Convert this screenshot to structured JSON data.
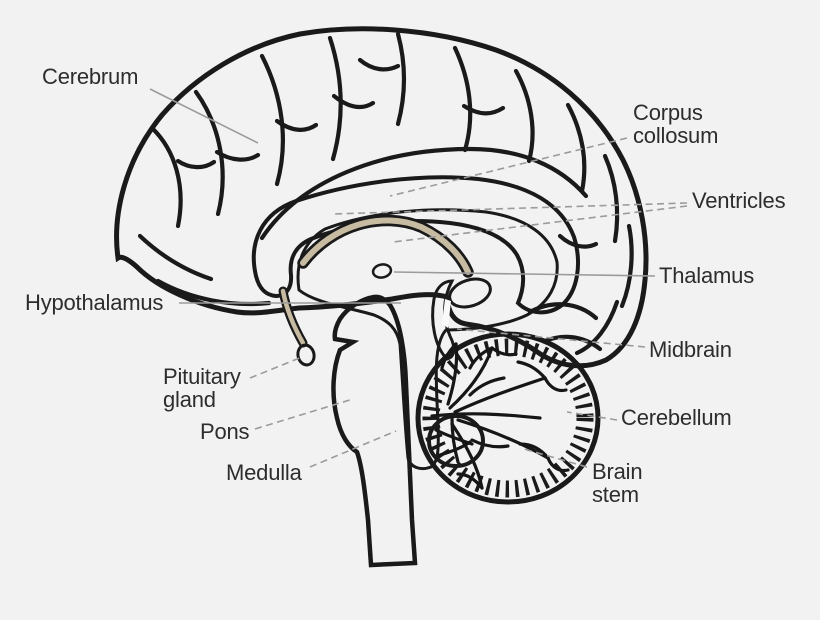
{
  "labels": {
    "cerebrum": {
      "text": "Cerebrum",
      "leader": "solid"
    },
    "corpus_collosum": {
      "line1": "Corpus",
      "line2": "collosum",
      "leader": "dashed"
    },
    "ventricles": {
      "text": "Ventricles",
      "leader": "dashed"
    },
    "thalamus": {
      "text": "Thalamus",
      "leader": "solid"
    },
    "hypothalamus": {
      "text": "Hypothalamus",
      "leader": "solid"
    },
    "midbrain": {
      "text": "Midbrain",
      "leader": "dashed"
    },
    "pituitary_gland": {
      "line1": "Pituitary",
      "line2": "gland",
      "leader": "dashed"
    },
    "pons": {
      "text": "Pons",
      "leader": "dashed"
    },
    "cerebellum": {
      "text": "Cerebellum",
      "leader": "dashed"
    },
    "medulla": {
      "text": "Medulla",
      "leader": "dashed"
    },
    "brain_stem": {
      "line1": "Brain",
      "line2": "stem",
      "leader": "dashed"
    }
  },
  "palette": {
    "background": "#f3f2f2",
    "cerebrum_pink": "#f6bfc0",
    "corpus_callosum_tan": "#c7bba2",
    "ventricles_blue": "#cfdeeb",
    "brainstem_green": "#8ccaa1",
    "cerebellum_yellow": "#f7f5c9",
    "thalamus_white": "#fbfbfb",
    "outline_dark": "#1a1a1a",
    "leader_gray": "#9b9b9b",
    "label_text": "#2d2d2d"
  }
}
